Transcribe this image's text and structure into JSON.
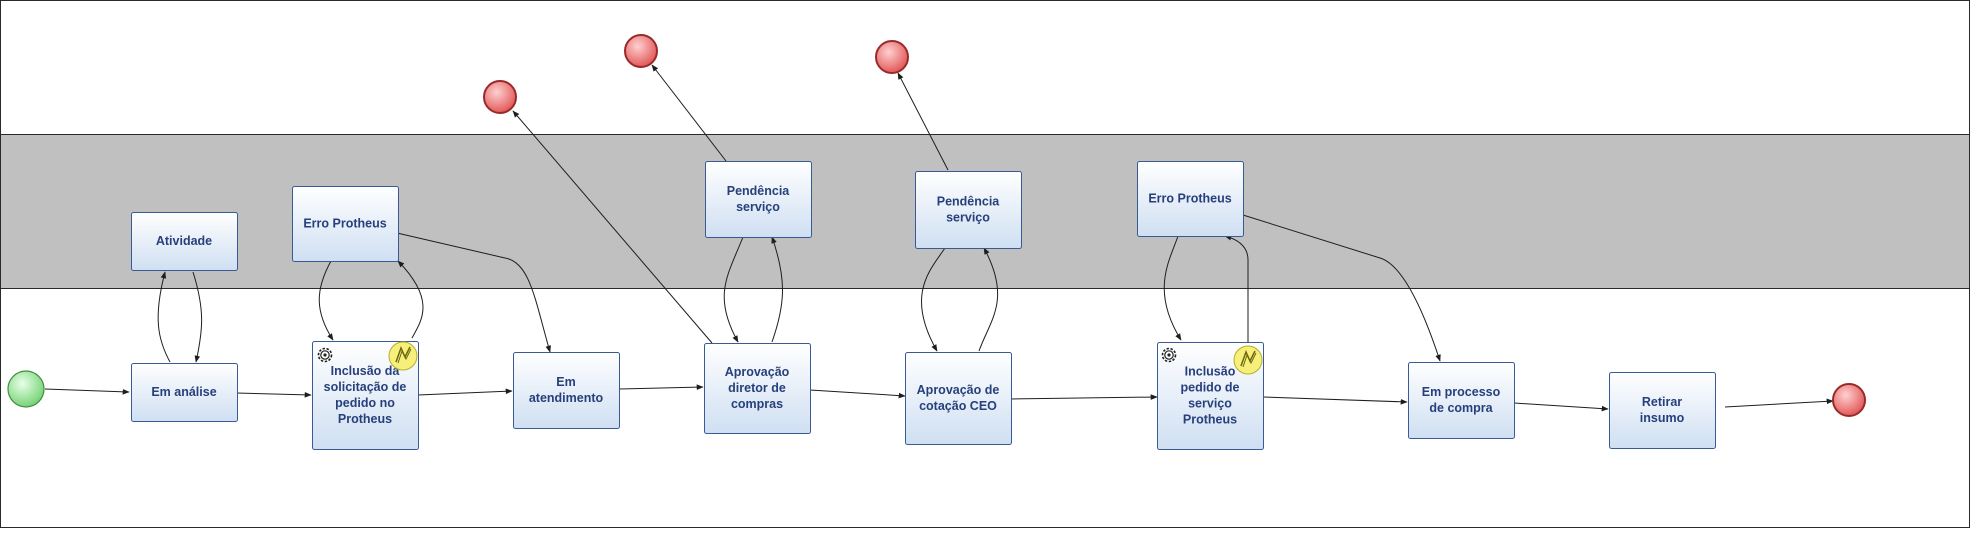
{
  "colors": {
    "lane_white": "#ffffff",
    "lane_gray": "#c0c0c0",
    "task_border": "#3a5a96",
    "task_text": "#27407c",
    "start_event": "#8fe08f",
    "end_event": "#f08080",
    "error_marker": "#f6f07a"
  },
  "tasks": [
    {
      "id": "atividade",
      "lines": [
        "Atividade"
      ]
    },
    {
      "id": "erro1",
      "lines": [
        "Erro Protheus"
      ]
    },
    {
      "id": "pend1",
      "lines": [
        "Pendência",
        "serviço"
      ]
    },
    {
      "id": "pend2",
      "lines": [
        "Pendência",
        "serviço"
      ]
    },
    {
      "id": "erro2",
      "lines": [
        "Erro Protheus"
      ]
    },
    {
      "id": "analise",
      "lines": [
        "Em análise"
      ]
    },
    {
      "id": "inclusao1",
      "lines": [
        "Inclusão da",
        "solicitação de",
        "pedido no",
        "Protheus"
      ],
      "service_icon": "gear-icon",
      "boundary_event": "error-lightning-icon"
    },
    {
      "id": "atendimento",
      "lines": [
        "Em",
        "atendimento"
      ]
    },
    {
      "id": "aprov_diretor",
      "lines": [
        "Aprovação",
        "diretor de",
        "compras"
      ]
    },
    {
      "id": "aprov_cotacao",
      "lines": [
        "Aprovação de",
        "cotação CEO"
      ]
    },
    {
      "id": "inclusao2",
      "lines": [
        "Inclusão",
        "pedido de",
        "serviço",
        "Protheus"
      ],
      "service_icon": "gear-icon",
      "boundary_event": "error-lightning-icon"
    },
    {
      "id": "processo",
      "lines": [
        "Em processo",
        "de compra"
      ]
    },
    {
      "id": "retirar",
      "lines": [
        "Retirar",
        "insumo"
      ]
    }
  ],
  "events": [
    {
      "id": "start",
      "type": "start"
    },
    {
      "id": "end_main",
      "type": "end"
    },
    {
      "id": "end1",
      "type": "end"
    },
    {
      "id": "end2",
      "type": "end"
    },
    {
      "id": "end3",
      "type": "end"
    }
  ]
}
